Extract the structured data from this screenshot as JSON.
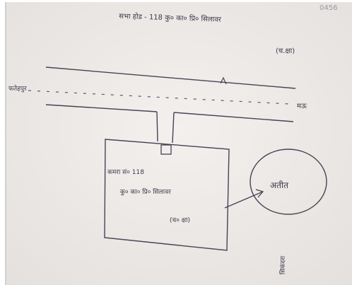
{
  "title": "सभा होड - 118 कु० का० प्रि० सिलावर",
  "title_note": "(च.क्षा)",
  "road_left_label": "फतेहपुर",
  "road_right_label": "मऊ",
  "building_line1": "कमरा सं० 118",
  "building_line2": "कु० का० प्रि० सिलावर",
  "building_line3": "(च० क्षा)",
  "circle_label": "अतीत",
  "side_label": "सिकंदरा",
  "corner_mark": "0456"
}
